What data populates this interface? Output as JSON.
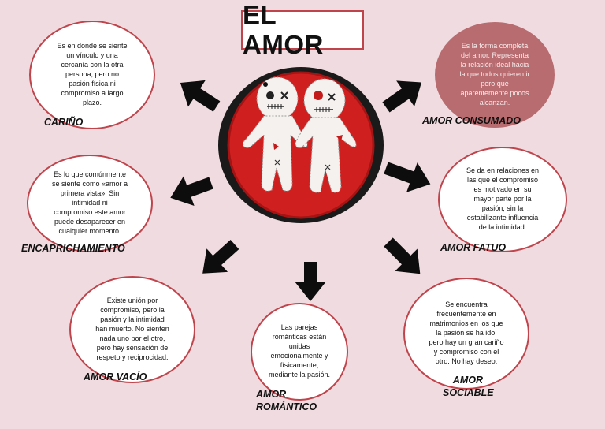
{
  "title": "EL AMOR",
  "colors": {
    "background": "#f0dce0",
    "accent": "#c0444c",
    "highlight": "#b86c70",
    "center_red": "#d01f1f"
  },
  "center_image": {
    "icon": "voodoo-dolls-couple-image"
  },
  "nodes": {
    "carino": {
      "label": "CARIÑO",
      "lines": [
        "Es en donde se siente",
        "un vínculo y una",
        "cercanía con la otra",
        "persona, pero no",
        "pasión física ni",
        "compromiso a largo",
        "plazo."
      ]
    },
    "encaprichamiento": {
      "label": "ENCAPRICHAMIENTO",
      "lines": [
        "Es lo que comúnmente",
        "se siente como «amor a",
        "primera vista». Sin",
        "intimidad ni",
        "compromiso este amor",
        "puede desaparecer en",
        "cualquier momento."
      ]
    },
    "vacio": {
      "label": "AMOR VACÍO",
      "lines": [
        "Existe unión por",
        "compromiso, pero la",
        "pasión y la intimidad",
        "han muerto. No sienten",
        "nada uno por el otro,",
        "pero hay sensación de",
        "respeto y reciprocidad."
      ]
    },
    "romantico": {
      "label_line1": "AMOR",
      "label_line2": "ROMÁNTICO",
      "lines": [
        "Las parejas",
        "románticas están",
        "unidas",
        "emocionalmente y",
        "físicamente,",
        "mediante la pasión."
      ]
    },
    "sociable": {
      "label_line1": "AMOR",
      "label_line2": "SOCIABLE",
      "lines": [
        "Se encuentra",
        "frecuentemente en",
        "matrimonios en los que",
        "la pasión se ha ido,",
        "pero hay un gran cariño",
        "y compromiso con el",
        "otro. No hay deseo."
      ]
    },
    "fatuo": {
      "label": "AMOR FATUO",
      "lines": [
        "Se da en relaciones en",
        "las que el compromiso",
        "es motivado en su",
        "mayor parte por la",
        "pasión, sin la",
        "estabilizante influencia",
        "de la intimidad."
      ]
    },
    "consumado": {
      "label": "AMOR CONSUMADO",
      "lines": [
        "Es la forma completa",
        "del amor. Representa",
        "la relación ideal hacia",
        "la que todos quieren ir",
        "pero que",
        "aparentemente pocos",
        "alcanzan."
      ]
    }
  }
}
